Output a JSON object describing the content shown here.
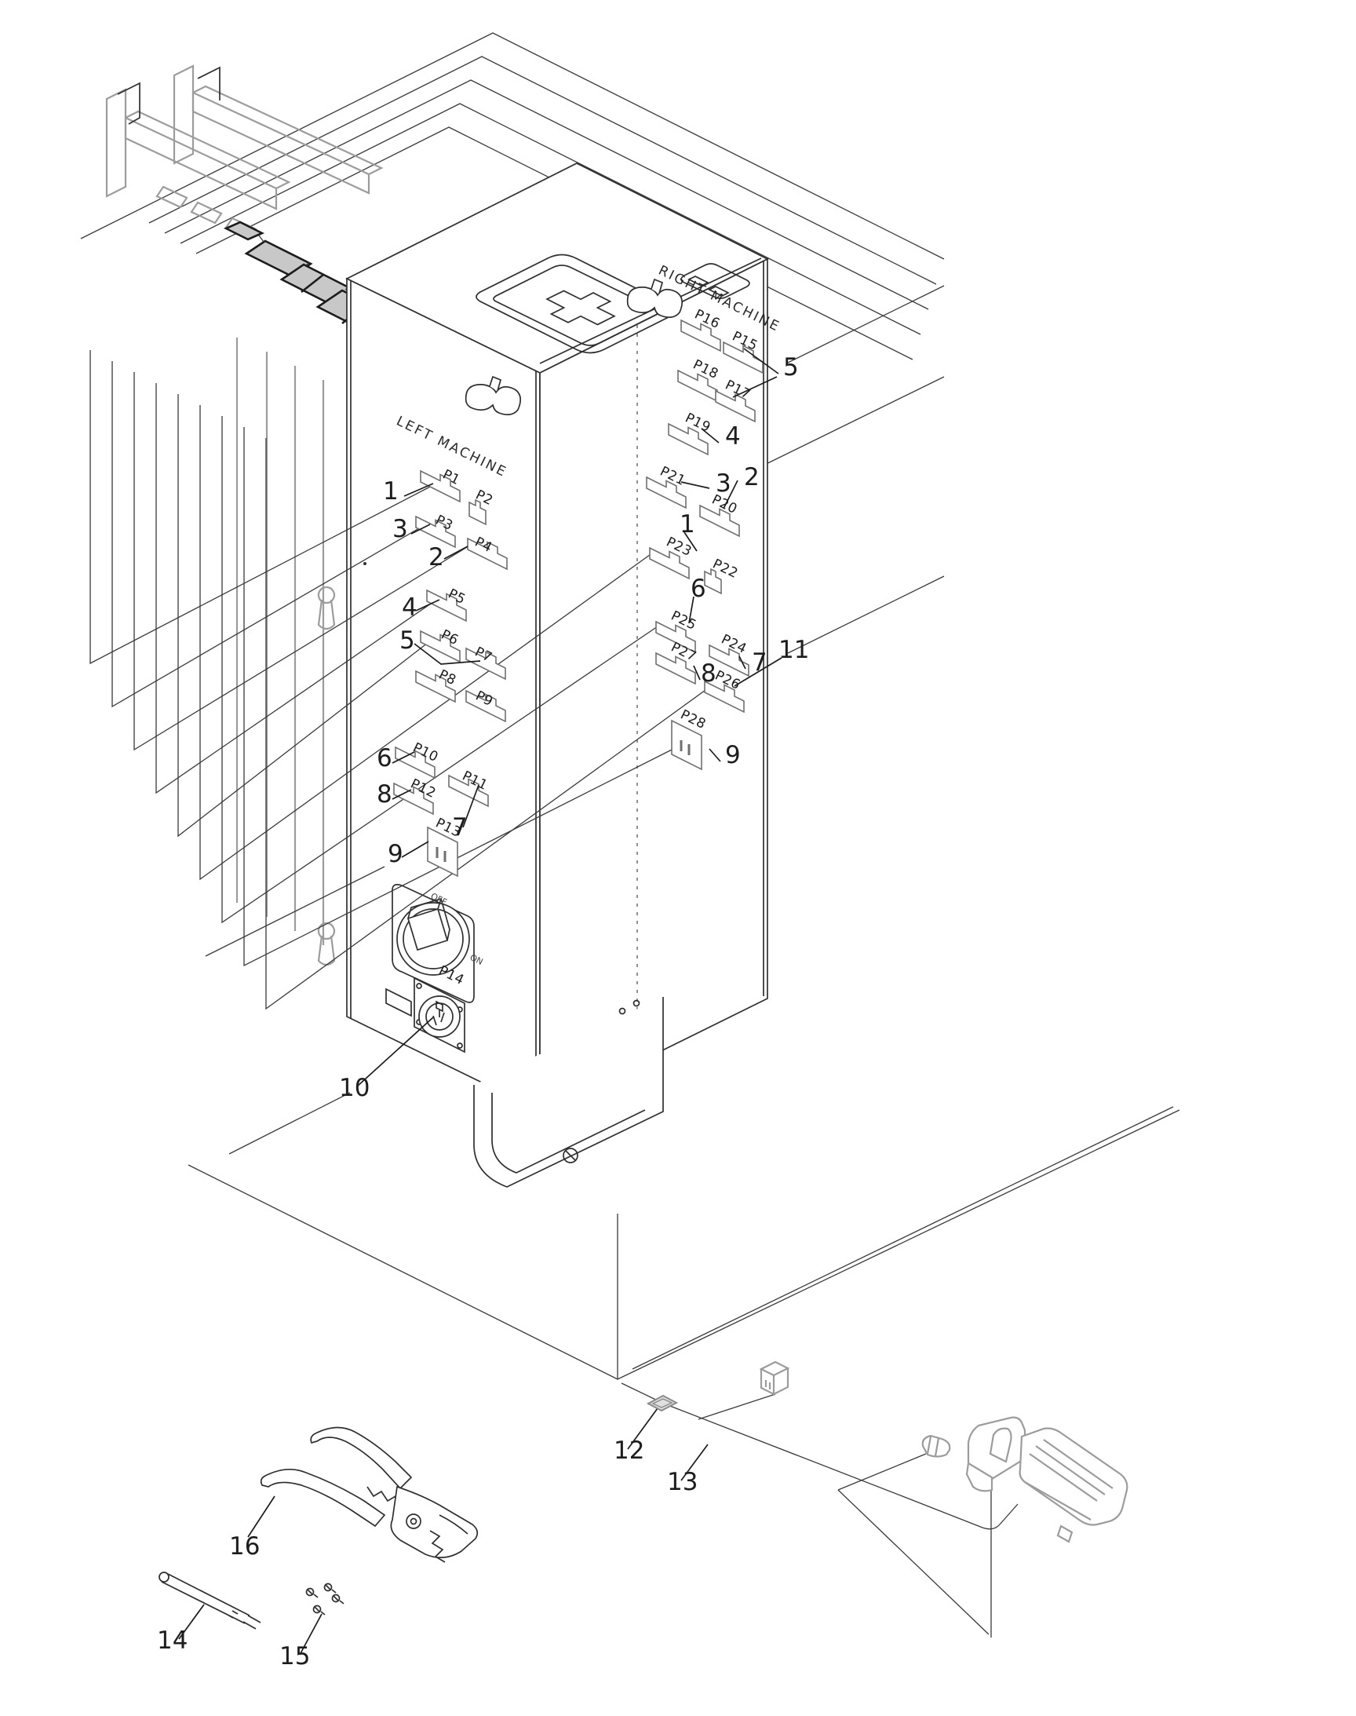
{
  "diagram": {
    "left_machine": {
      "label": "LEFT MACHINE",
      "connector_labels": [
        "P1",
        "P2",
        "P3",
        "P4",
        "P5",
        "P6",
        "P7",
        "P8",
        "P9",
        "P10",
        "P11",
        "P12",
        "P13",
        "P14"
      ],
      "callout_numbers": [
        "1",
        "3",
        "2",
        "4",
        "5",
        "6",
        "8",
        "7",
        "9",
        "10"
      ]
    },
    "right_machine": {
      "label": "RIGHT MACHINE",
      "connector_labels": [
        "P15",
        "P16",
        "P17",
        "P18",
        "P19",
        "P20",
        "P21",
        "P22",
        "P23",
        "P24",
        "P25",
        "P26",
        "P27",
        "P28"
      ],
      "callout_numbers": [
        "5",
        "4",
        "3",
        "2",
        "1",
        "6",
        "8",
        "7",
        "11",
        "9"
      ]
    },
    "power_switch": {
      "off_label": "OFF",
      "on_label": "ON"
    },
    "floor_items": {
      "callout_numbers": [
        "12",
        "13",
        "14",
        "15",
        "16"
      ]
    },
    "colors": {
      "line": "#2f2f2f",
      "gray_part": "#9c9c9c",
      "connector_fill": "#c8c8c8"
    }
  }
}
